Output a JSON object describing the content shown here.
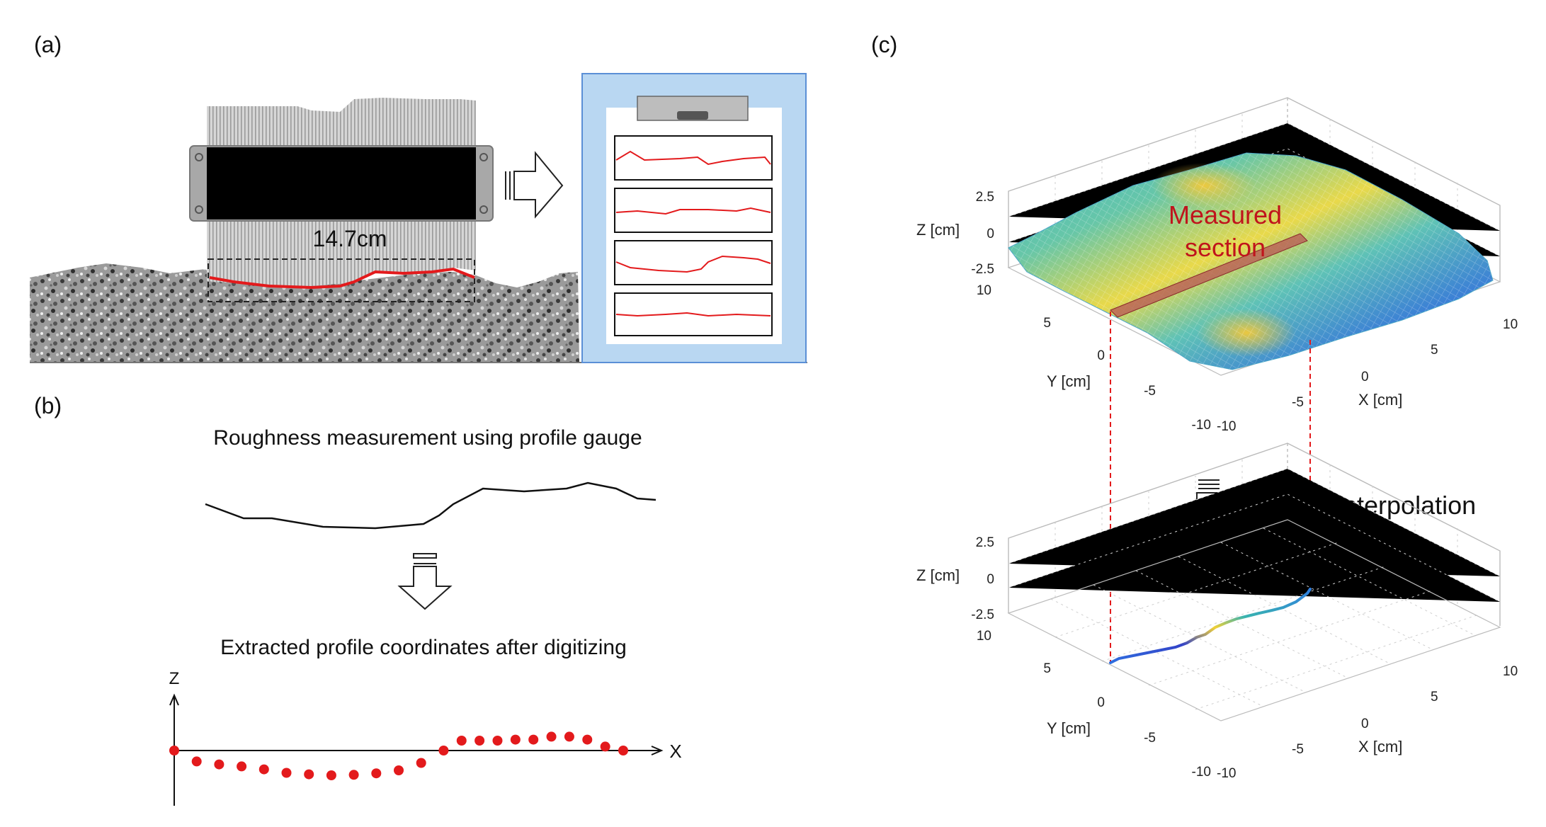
{
  "panels": {
    "a": {
      "label": "(a)",
      "dimension": "14.7cm"
    },
    "b": {
      "label": "(b)",
      "caption_top": "Roughness measurement using profile gauge",
      "caption_bottom": "Extracted profile coordinates after digitizing",
      "z_axis": "Z",
      "x_axis": "X",
      "profile_points": [
        [
          0,
          0.0
        ],
        [
          0.05,
          -0.22
        ],
        [
          0.1,
          -0.28
        ],
        [
          0.15,
          -0.32
        ],
        [
          0.2,
          -0.38
        ],
        [
          0.25,
          -0.45
        ],
        [
          0.3,
          -0.48
        ],
        [
          0.35,
          -0.5
        ],
        [
          0.4,
          -0.49
        ],
        [
          0.45,
          -0.46
        ],
        [
          0.5,
          -0.4
        ],
        [
          0.55,
          -0.25
        ],
        [
          0.6,
          0.0
        ],
        [
          0.64,
          0.2
        ],
        [
          0.68,
          0.2
        ],
        [
          0.72,
          0.2
        ],
        [
          0.76,
          0.22
        ],
        [
          0.8,
          0.22
        ],
        [
          0.84,
          0.28
        ],
        [
          0.88,
          0.28
        ],
        [
          0.92,
          0.22
        ],
        [
          0.96,
          0.08
        ],
        [
          1.0,
          0.0
        ]
      ]
    },
    "c": {
      "label": "(c)",
      "annotation_measured": "Measured",
      "annotation_section": "section",
      "interpolation": "Interpolation",
      "z_label": "Z [cm]",
      "y_label": "Y [cm]",
      "x_label": "X [cm]",
      "z_ticks": [
        "2.5",
        "0",
        "-2.5"
      ],
      "y_ticks": [
        "10",
        "5",
        "0",
        "-5",
        "-10"
      ],
      "x_ticks": [
        "-10",
        "-5",
        "0",
        "5",
        "10"
      ]
    }
  },
  "colors": {
    "profile_red": "#e31a1c",
    "panel_frame": "#5b8fd6",
    "panel_fill": "#b9d7f2",
    "annotation_red": "#c0141c"
  }
}
